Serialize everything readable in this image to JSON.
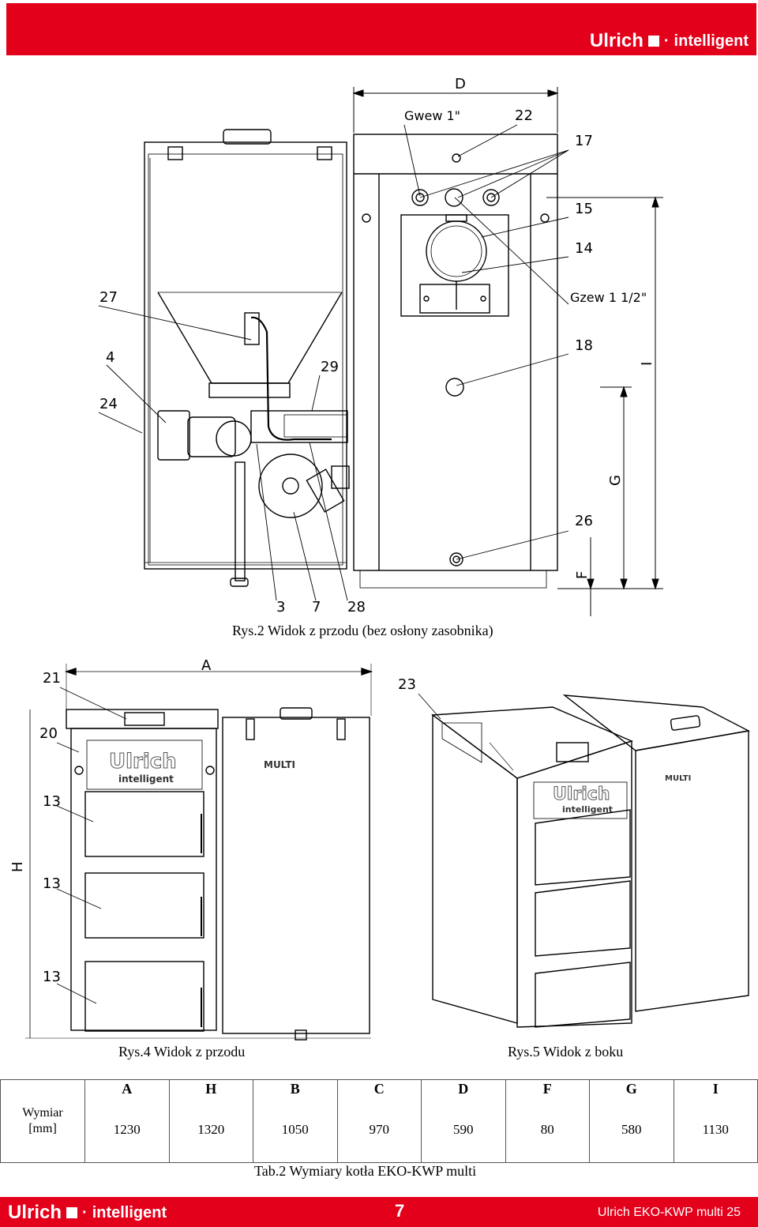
{
  "header": {
    "brand_name": "Ulrich",
    "brand_dot": "·",
    "brand_tag": "intelligent"
  },
  "figure_front": {
    "caption": "Rys.2 Widok z przodu (bez osłony zasobnika)",
    "labels": {
      "d": "D",
      "gwew": "Gwew 1\"",
      "n22": "22",
      "n17": "17",
      "n15": "15",
      "n14": "14",
      "gzew": "Gzew 1 1/2\"",
      "n18": "18",
      "i": "I",
      "g": "G",
      "n26": "26",
      "f": "F",
      "n27": "27",
      "n4": "4",
      "n29": "29",
      "n24": "24",
      "n3": "3",
      "n7": "7",
      "n28": "28"
    }
  },
  "figure_bottom": {
    "caption_left": "Rys.4 Widok z przodu",
    "caption_right": "Rys.5 Widok z boku",
    "labels": {
      "n21": "21",
      "a": "A",
      "n23": "23",
      "n20": "20",
      "n13a": "13",
      "h": "H",
      "n13b": "13",
      "n13c": "13"
    },
    "panel_brand": "Ulrich",
    "panel_tag": "intelligent",
    "hopper_logo": "MULTI"
  },
  "table": {
    "row_label_1": "Wymiar",
    "row_label_2": "[mm]",
    "headers": [
      "A",
      "H",
      "B",
      "C",
      "D",
      "F",
      "G",
      "I"
    ],
    "values": [
      "1230",
      "1320",
      "1050",
      "970",
      "590",
      "80",
      "580",
      "1130"
    ],
    "caption": "Tab.2 Wymiary kotła EKO-KWP multi"
  },
  "footer": {
    "brand_name": "Ulrich",
    "brand_dot": "·",
    "brand_tag": "intelligent",
    "page_number": "7",
    "model": "Ulrich EKO-KWP multi 25"
  }
}
